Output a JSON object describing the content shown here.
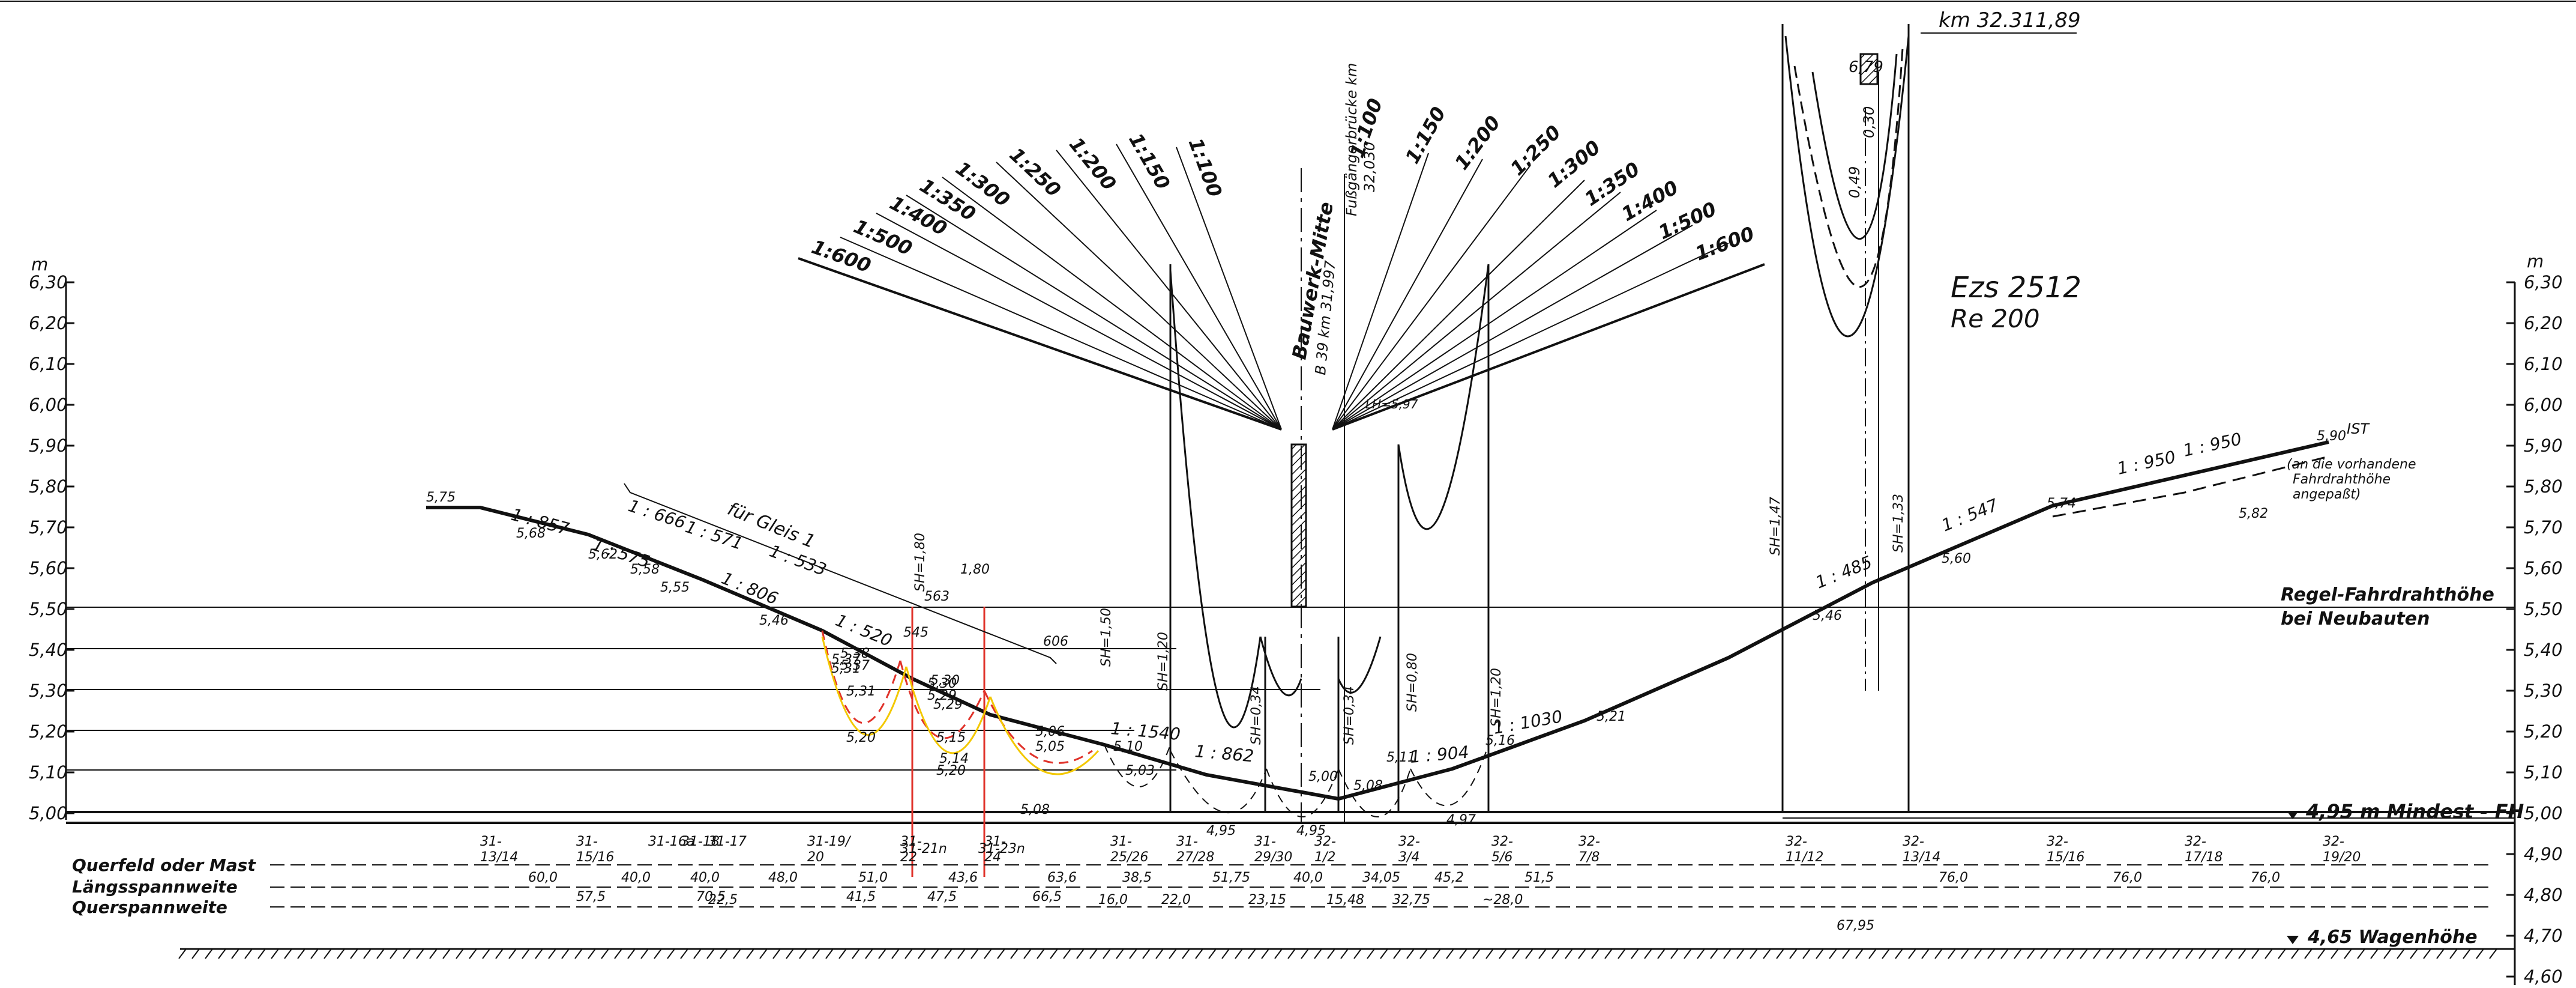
{
  "title": {
    "km": "km 32.311,89",
    "ezs": "Ezs 2512",
    "re": "Re  200"
  },
  "axis": {
    "unit": "m",
    "ticks": [
      "6,30",
      "6,20",
      "6,10",
      "6,00",
      "5,90",
      "5,80",
      "5,70",
      "5,60",
      "5,50",
      "5,40",
      "5,30",
      "5,20",
      "5,10",
      "5,00",
      "4,90",
      "4,80",
      "4,70",
      "4,60"
    ]
  },
  "annotations": {
    "bauwerk_mitte": "Bauwerk-Mitte",
    "bauwerk_km": "B 39  km 31,997",
    "fussgaenger": "Fußgängerbrücke km",
    "fussgaenger_km": "32,030",
    "fuer_gleis": "für Gleis 1",
    "regel_line1": "Regel-Fahrdrahthöhe",
    "regel_line2": "bei Neubauten",
    "mindest": "4,95 m Mindest - FH",
    "wagenhoehe": "4,65  Wagenhöhe",
    "ist": "IST",
    "note1": "(an die vorhandene",
    "note2": "Fahrdrahthöhe",
    "note3": "angepaßt)",
    "lh": "LH=5,97",
    "h679": "6,79",
    "h030": "0,30",
    "h049": "0,49"
  },
  "fan_left": [
    "1:600",
    "1:500",
    "1:400",
    "1:350",
    "1:300",
    "1:250",
    "1:200",
    "1:150",
    "1:100"
  ],
  "fan_right": [
    "1:100",
    "1:150",
    "1:200",
    "1:250",
    "1:300",
    "1:350",
    "1:400",
    "1:500",
    "1:600"
  ],
  "slopes": [
    "1 : 857",
    "1 : 666",
    "1 : 575",
    "1 : 571",
    "1 : 533",
    "1 : 806",
    "1 : 520",
    "1 : 1540",
    "1 : 862",
    "1 : 904",
    "1 : 1030",
    "1 : 485",
    "1 : 547",
    "1 : 950",
    "1 : 950"
  ],
  "heights": [
    "5,75",
    "5,68",
    "5,62",
    "5,58",
    "5,55",
    "5,46",
    "5,38",
    "5,37",
    "5,31",
    "5,20",
    "5,30",
    "5,29",
    "5,15",
    "5,14",
    "5,06",
    "5,05",
    "5,10",
    "5,03",
    "5,00",
    "4,95",
    "4,95",
    "5,08",
    "5,11",
    "5,16",
    "5,21",
    "5,46",
    "5,60",
    "5,74",
    "5,82",
    "5,90",
    "4,97"
  ],
  "sh_labels": [
    "SH=1,80",
    "SH=1,50",
    "SH=1,20",
    "SH=0,34",
    "SH=0,34",
    "SH=0,80",
    "SH=1,20",
    "SH=1,47",
    "SH=1,33"
  ],
  "rows": {
    "querfeld": "Querfeld oder Mast",
    "laengs": "Längsspannweite",
    "quer": "Querspannweite"
  },
  "masts": [
    "31-\n13/14",
    "31-\n15/16",
    "31-16a",
    "31-18",
    "31-17",
    "31-19/\n20",
    "31-\n22",
    "31-\n24",
    "31-\n25/26",
    "31-\n27/28",
    "31-\n29/30",
    "32-\n1/2",
    "32-\n3/4",
    "32-\n5/6",
    "32-\n7/8",
    "32-\n11/12",
    "32-\n13/14",
    "32-\n15/16",
    "32-\n17/18",
    "32-\n19/20"
  ],
  "spans_long": [
    "60,0",
    "40,0",
    "40,0",
    "48,0",
    "51,0",
    "43,6",
    "63,6",
    "38,5",
    "51,75",
    "40,0",
    "34,05",
    "45,2",
    "51,5",
    "76,0",
    "76,0",
    "76,0"
  ],
  "spans_cross": [
    "57,5",
    "70,5",
    "22,5",
    "41,5",
    "47,5",
    "66,5",
    "16,0",
    "22,0",
    "23,15",
    "15,48",
    "32,75",
    "~28,0",
    "67,95"
  ],
  "red_marks": [
    "31-21n",
    "31-23n",
    "545",
    "563",
    "606",
    "5,31",
    "5,37"
  ],
  "yellow_marks": [
    "1,80",
    "5,29",
    "5,30",
    "5,20",
    "5,08"
  ]
}
